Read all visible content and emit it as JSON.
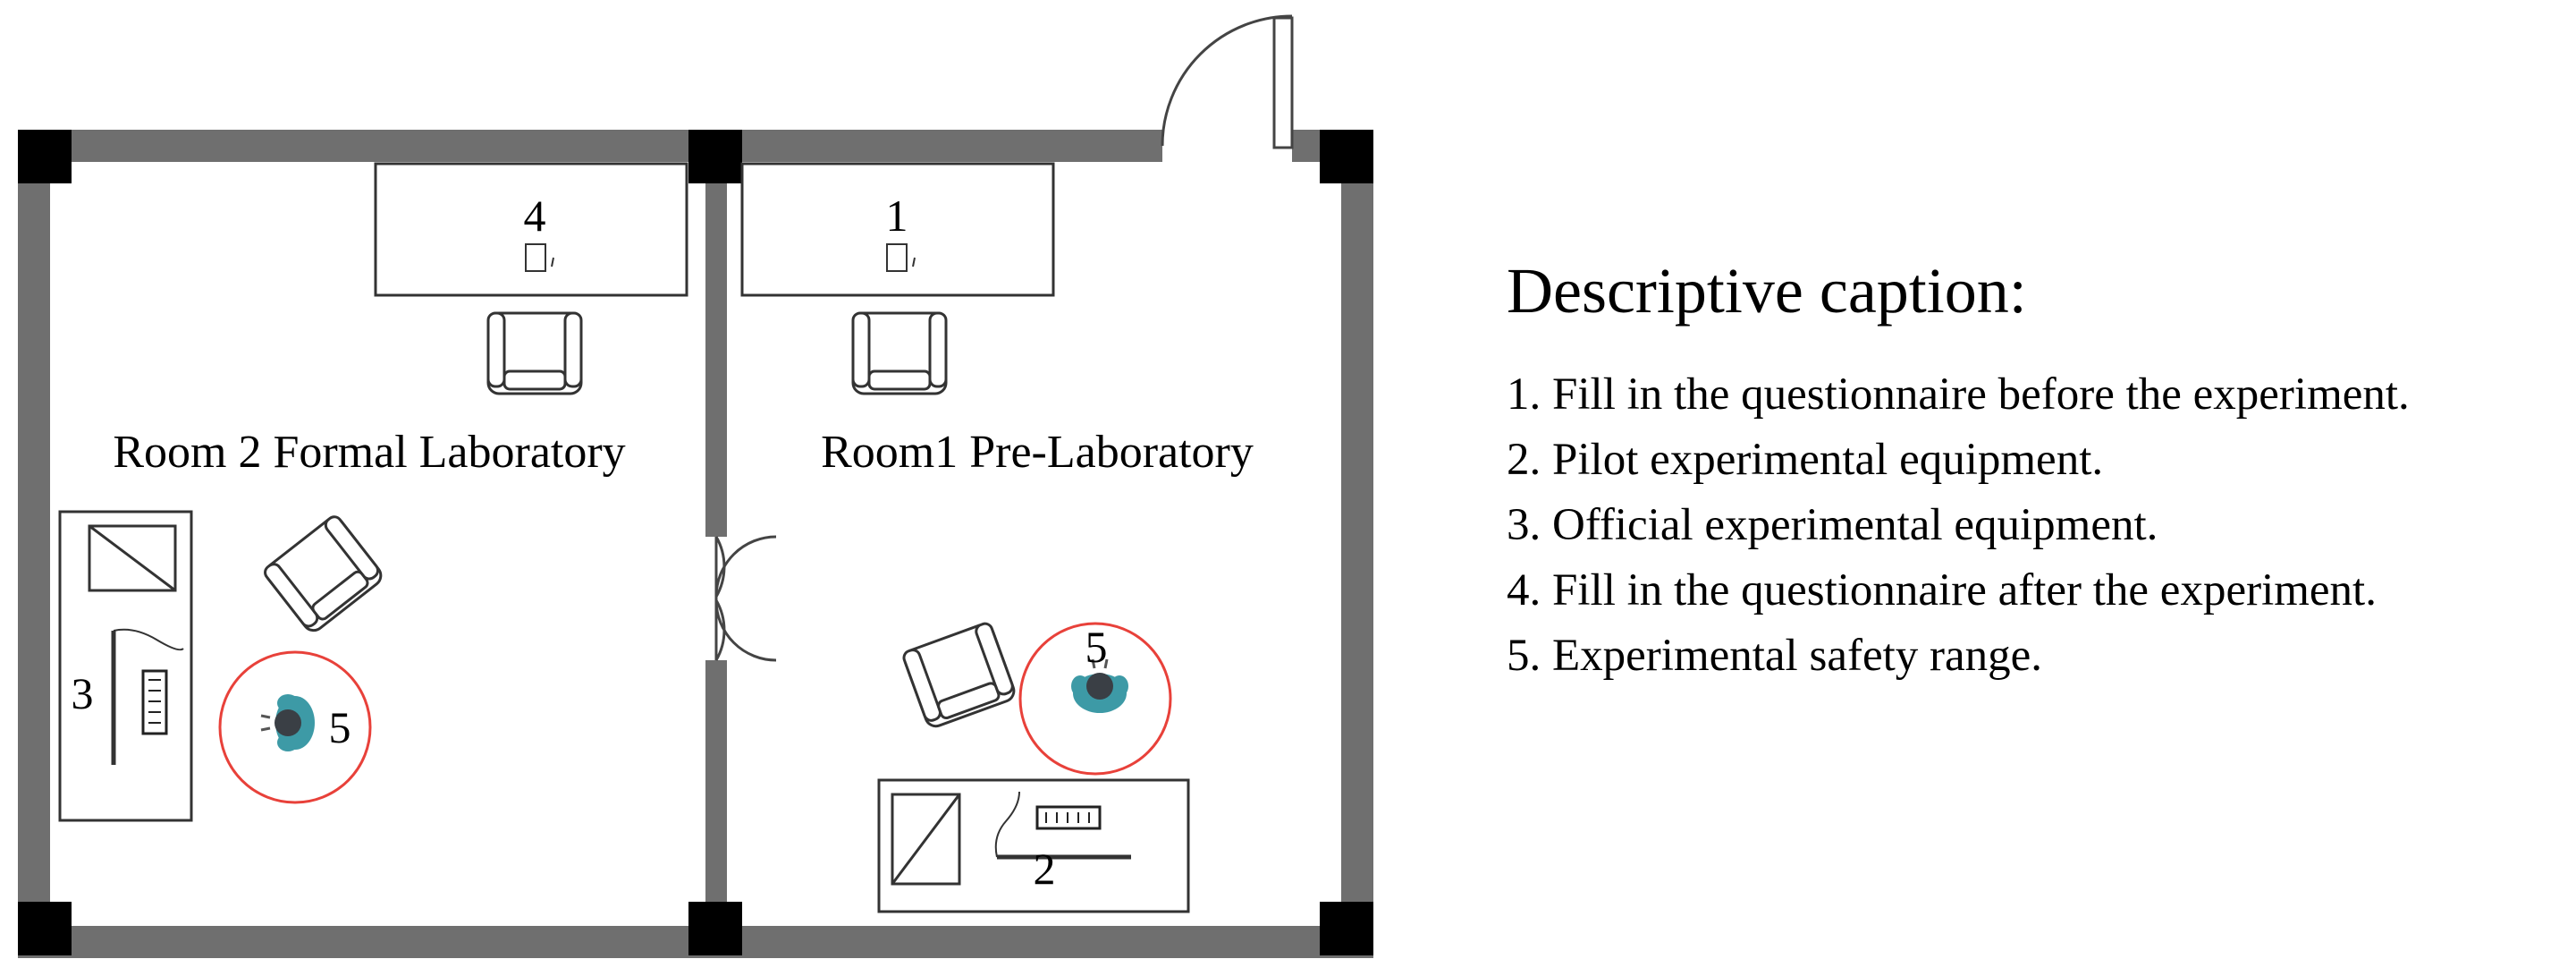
{
  "plan": {
    "room2_label": "Room 2 Formal Laboratory",
    "room1_label": "Room1 Pre-Laboratory",
    "markers": {
      "desk_room2": "4",
      "desk_room1": "1",
      "equipment_room2": "3",
      "equipment_room1": "2",
      "safety_room2": "5",
      "safety_room1": "5"
    }
  },
  "caption": {
    "title": "Descriptive caption:",
    "items": [
      "1. Fill in the questionnaire before the experiment.",
      "2. Pilot experimental equipment.",
      "3. Official experimental equipment.",
      "4. Fill in the questionnaire after the experiment.",
      "5. Experimental safety range."
    ]
  },
  "colors": {
    "wall": "#6f6f6f",
    "pillar": "#000000",
    "safety_circle": "#e8413a",
    "person": "#3d9aa6",
    "person_head": "#3a3f45"
  }
}
